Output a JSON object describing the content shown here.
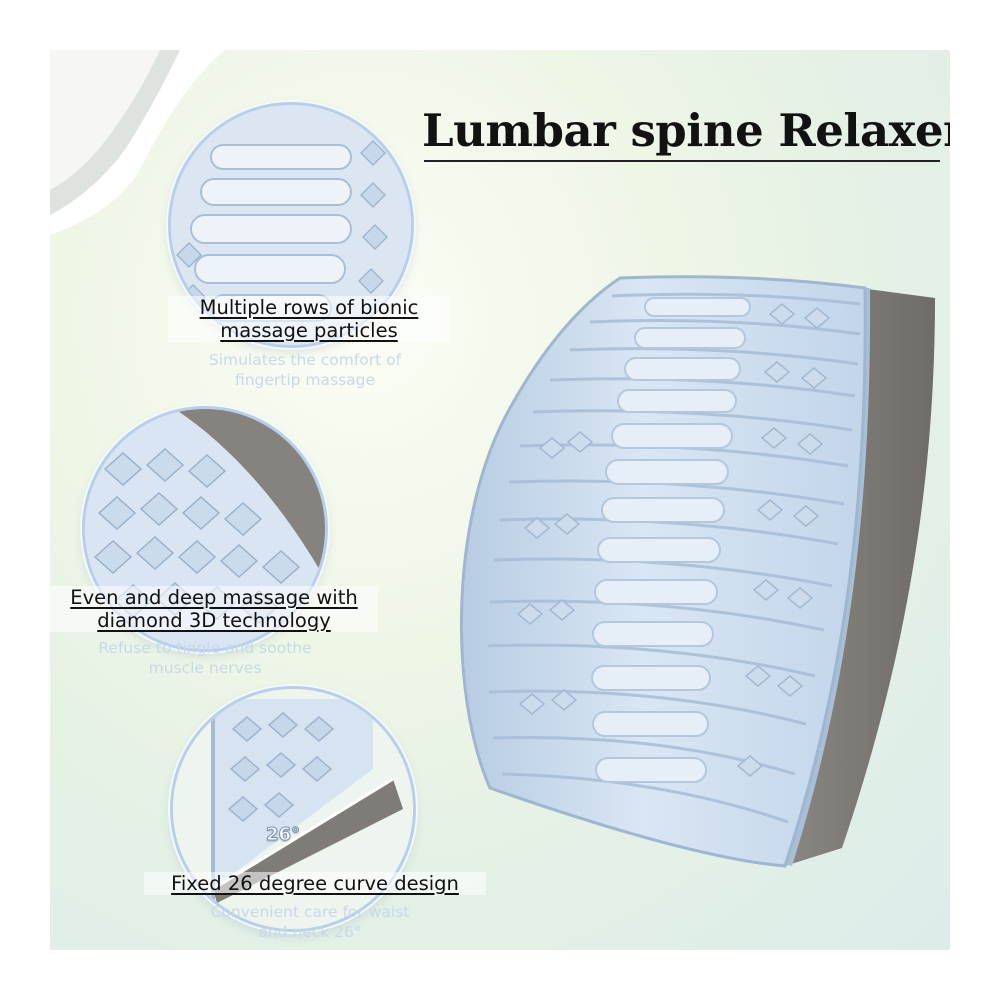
{
  "title": "Lumbar spine Relaxer",
  "features": [
    {
      "heading_line1": "Multiple rows of bionic",
      "heading_line2": "massage particles",
      "sub_line1": "Simulates the comfort of",
      "sub_line2": "fingertip massage",
      "icon": "bionic-particles-closeup"
    },
    {
      "heading_line1": "Even and deep massage with",
      "heading_line2": "diamond 3D technology",
      "sub_line1": "Refuse to tingle and soothe",
      "sub_line2": "muscle nerves",
      "icon": "diamond-3d-closeup"
    },
    {
      "heading_line1": "Fixed 26 degree curve design",
      "heading_line2": "",
      "sub_line1": "Convenient care for waist",
      "sub_line2": "and neck 26°",
      "icon": "curve-angle-closeup"
    }
  ],
  "angle_badge": "26°",
  "colors": {
    "foam_blue": "#c9dbee",
    "foam_edge": "#9fb6cf",
    "core_gray": "#7f7b77",
    "subtext": "#c7d9e9",
    "background": "#e4f1e5"
  }
}
